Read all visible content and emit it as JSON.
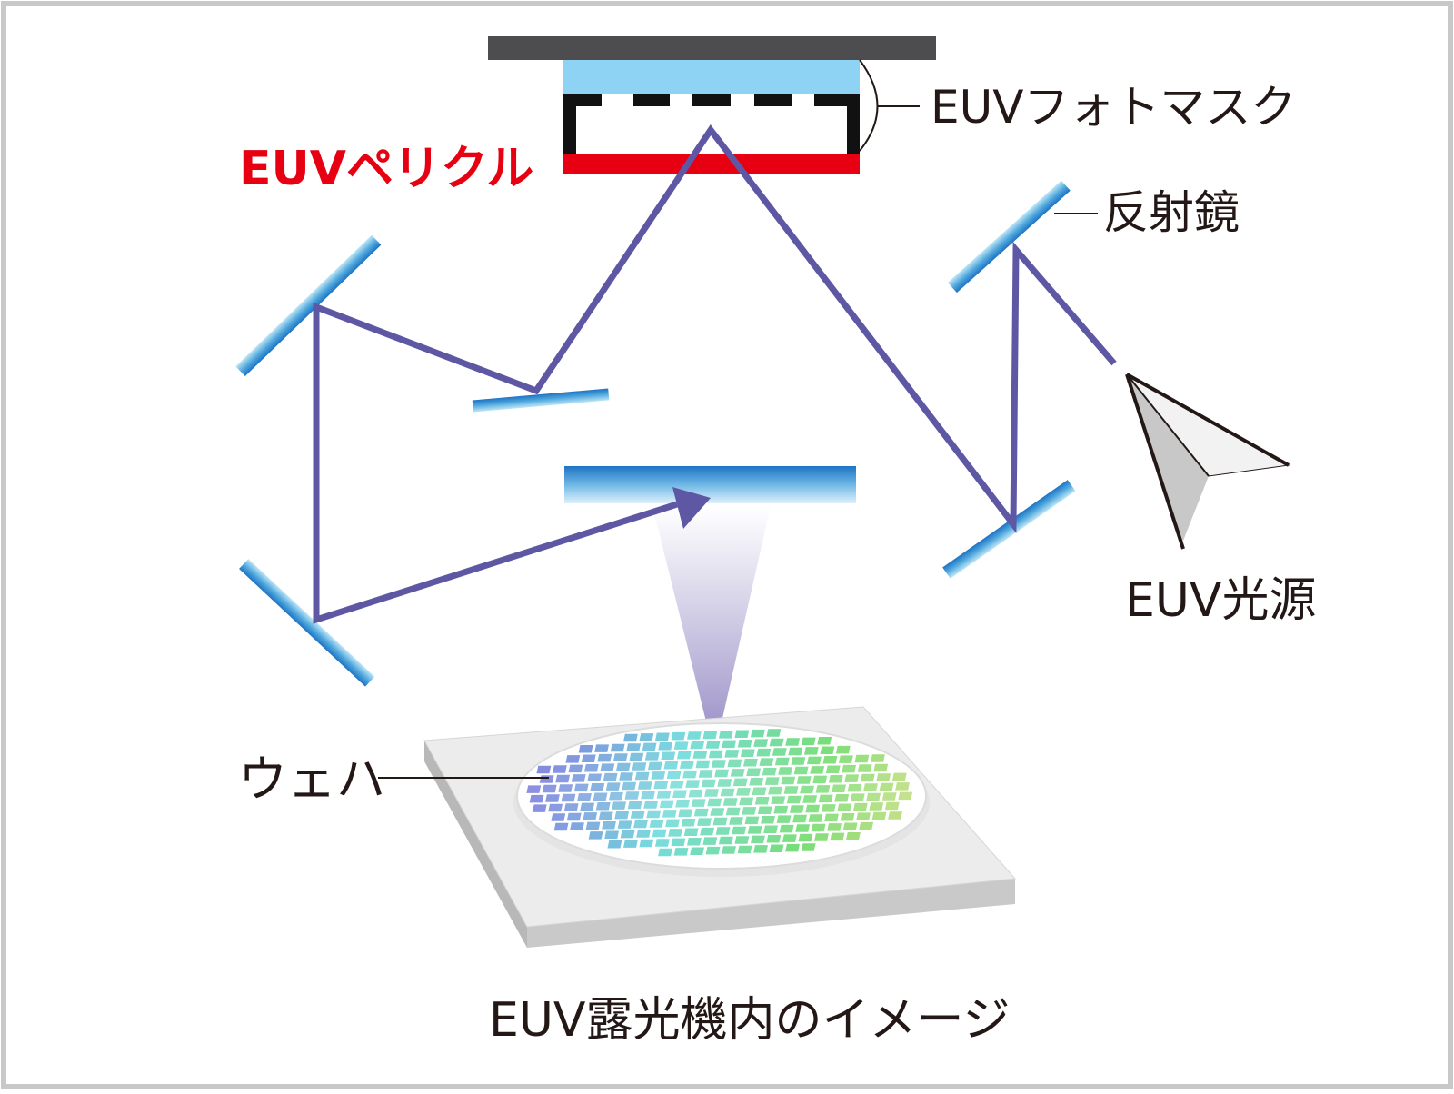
{
  "labels": {
    "photomask": "EUVフォトマスク",
    "pellicle": "EUVペリクル",
    "mirror": "反射鏡",
    "light_source": "EUV光源",
    "wafer": "ウェハ",
    "caption": "EUV露光機内のイメージ"
  },
  "colors": {
    "frame_border": "#c8c8c8",
    "reticle_stage": "#4d4d4f",
    "mask_substrate": "#8fd3f4",
    "mask_pattern": "#111111",
    "pellicle": "#e60012",
    "pellicle_label": "#e60012",
    "beam": "#5e57a3",
    "mirror_light": "#a8d8f0",
    "mirror_dark": "#1e73c4",
    "wafer_stage_top": "#ececec",
    "wafer_stage_side": "#c9c9c9",
    "text": "#231815"
  }
}
